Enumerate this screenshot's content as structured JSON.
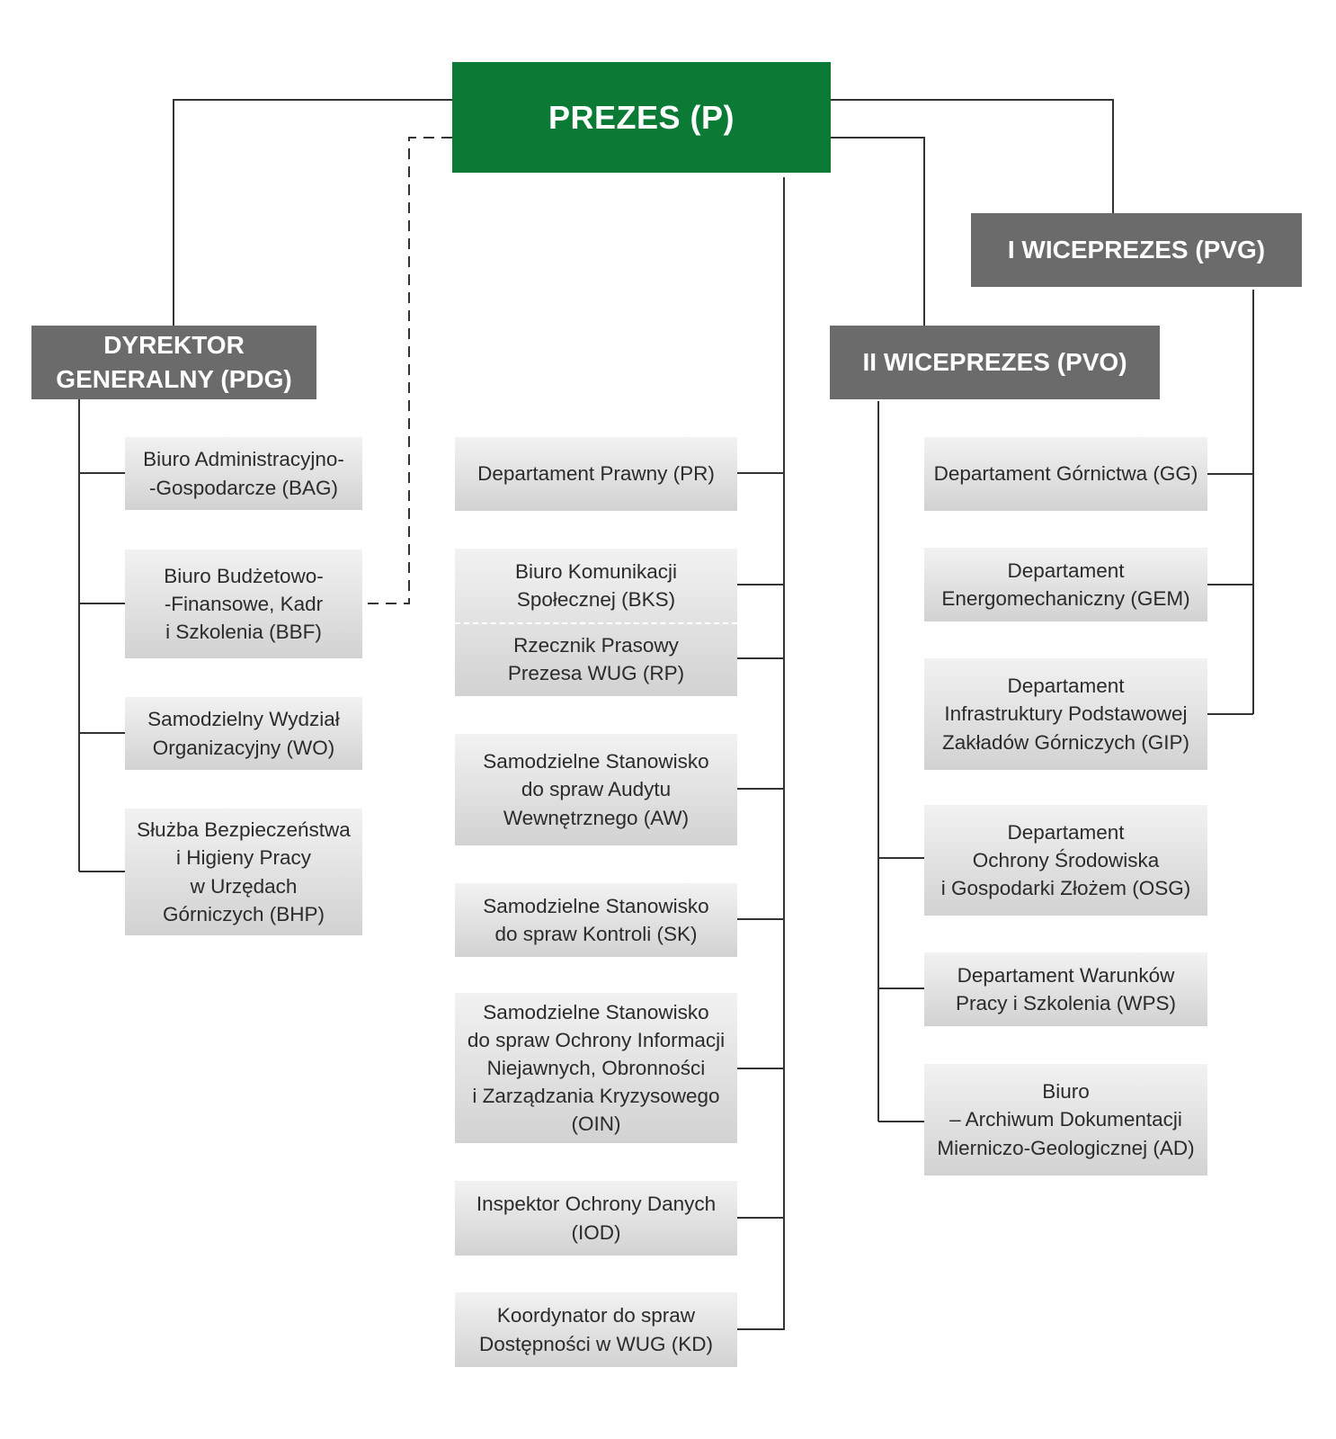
{
  "president": "PREZES (P)",
  "first_vice": "I WICEPREZES (PVG)",
  "second_vice": "II WICEPREZES (PVO)",
  "director_general": {
    "line1": "DYREKTOR",
    "line2": "GENERALNY (PDG)"
  },
  "pdg_units": [
    [
      "Biuro Administracyjno-",
      "-Gospodarcze (BAG)"
    ],
    [
      "Biuro Budżetowo-",
      "-Finansowe, Kadr",
      "i Szkolenia (BBF)"
    ],
    [
      "Samodzielny Wydział",
      "Organizacyjny (WO)"
    ],
    [
      "Służba Bezpieczeństwa",
      "i Higieny Pracy",
      "w Urzędach",
      "Górniczych (BHP)"
    ]
  ],
  "president_units": {
    "pr": [
      "Departament Prawny (PR)"
    ],
    "bks": [
      "Biuro Komunikacji",
      "Społecznej (BKS)"
    ],
    "rp": [
      "Rzecznik Prasowy",
      "Prezesa WUG (RP)"
    ],
    "aw": [
      "Samodzielne Stanowisko",
      "do spraw Audytu",
      "Wewnętrznego (AW)"
    ],
    "sk": [
      "Samodzielne Stanowisko",
      "do spraw Kontroli (SK)"
    ],
    "oin": [
      "Samodzielne Stanowisko",
      "do spraw Ochrony Informacji",
      "Niejawnych, Obronności",
      "i Zarządzania Kryzysowego",
      "(OIN)"
    ],
    "iod": [
      "Inspektor Ochrony Danych",
      "(IOD)"
    ],
    "kd": [
      "Koordynator do spraw",
      "Dostępności w WUG (KD)"
    ]
  },
  "pvg_units": [
    [
      "Departament Górnictwa (GG)"
    ],
    [
      "Departament",
      "Energomechaniczny (GEM)"
    ],
    [
      "Departament",
      "Infrastruktury Podstawowej",
      "Zakładów Górniczych (GIP)"
    ]
  ],
  "pvo_units": [
    [
      "Departament",
      "Ochrony Środowiska",
      "i Gospodarki Złożem (OSG)"
    ],
    [
      "Departament Warunków",
      "Pracy i Szkolenia (WPS)"
    ],
    [
      "Biuro",
      "– Archiwum Dokumentacji",
      "Mierniczo-Geologicznej (AD)"
    ]
  ],
  "colors": {
    "president_box": "#0a7a35",
    "management_box": "#6b6b6b",
    "unit_box_top": "#f2f2f2",
    "unit_box_bottom": "#d2d2d2",
    "lines": "#333333"
  }
}
